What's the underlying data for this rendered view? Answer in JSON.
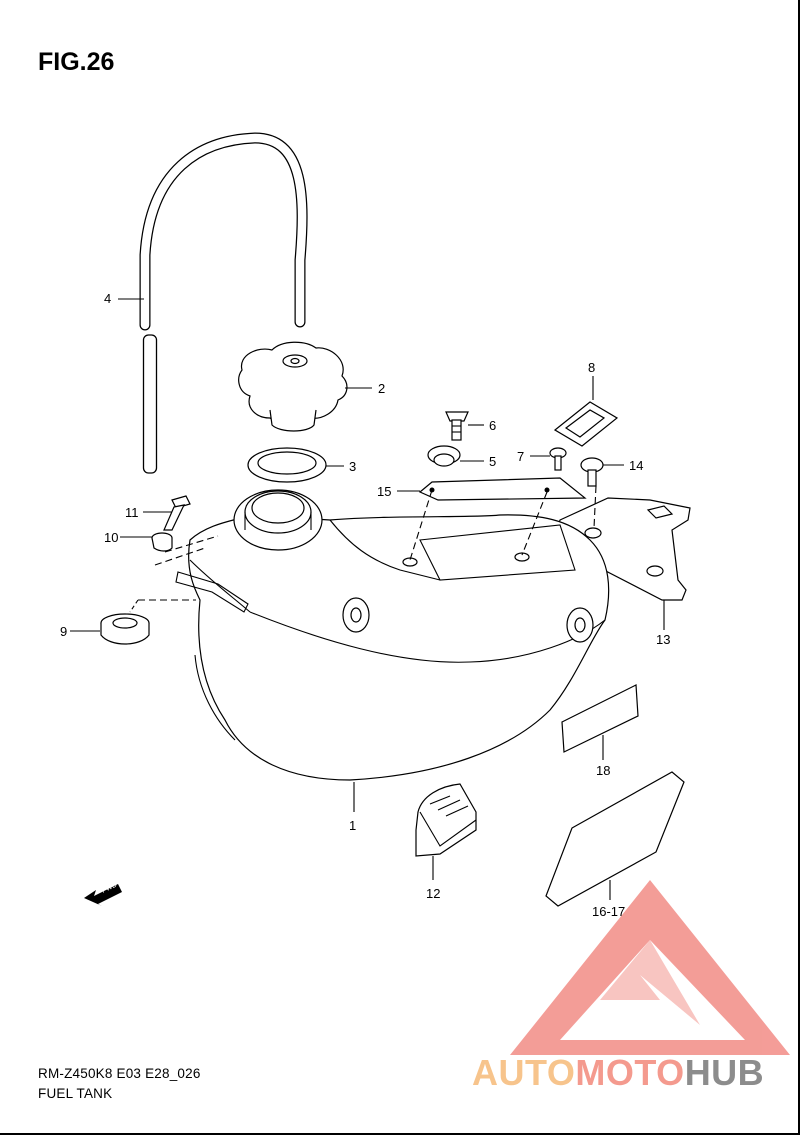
{
  "figure": {
    "title": "FIG.26"
  },
  "footer": {
    "model_code": "RM-Z450K8 E03 E28_026",
    "section": "FUEL TANK"
  },
  "watermark": {
    "part1": "AUTO",
    "part2": "MOTO",
    "part3": "HUB"
  },
  "direction_marker": {
    "label": "FWD",
    "icon": "forward-arrow-icon"
  },
  "callouts": {
    "c1": "1",
    "c2": "2",
    "c3": "3",
    "c4": "4",
    "c5": "5",
    "c6": "6",
    "c7": "7",
    "c8": "8",
    "c9": "9",
    "c10": "10",
    "c11": "11",
    "c12": "12",
    "c13": "13",
    "c14": "14",
    "c15": "15",
    "c16_17": "16-17",
    "c18": "18"
  },
  "colors": {
    "line": "#000000",
    "watermark_red": "#f28c86",
    "watermark_orange": "#f7c48c",
    "watermark_gray": "#8c8c8c"
  }
}
